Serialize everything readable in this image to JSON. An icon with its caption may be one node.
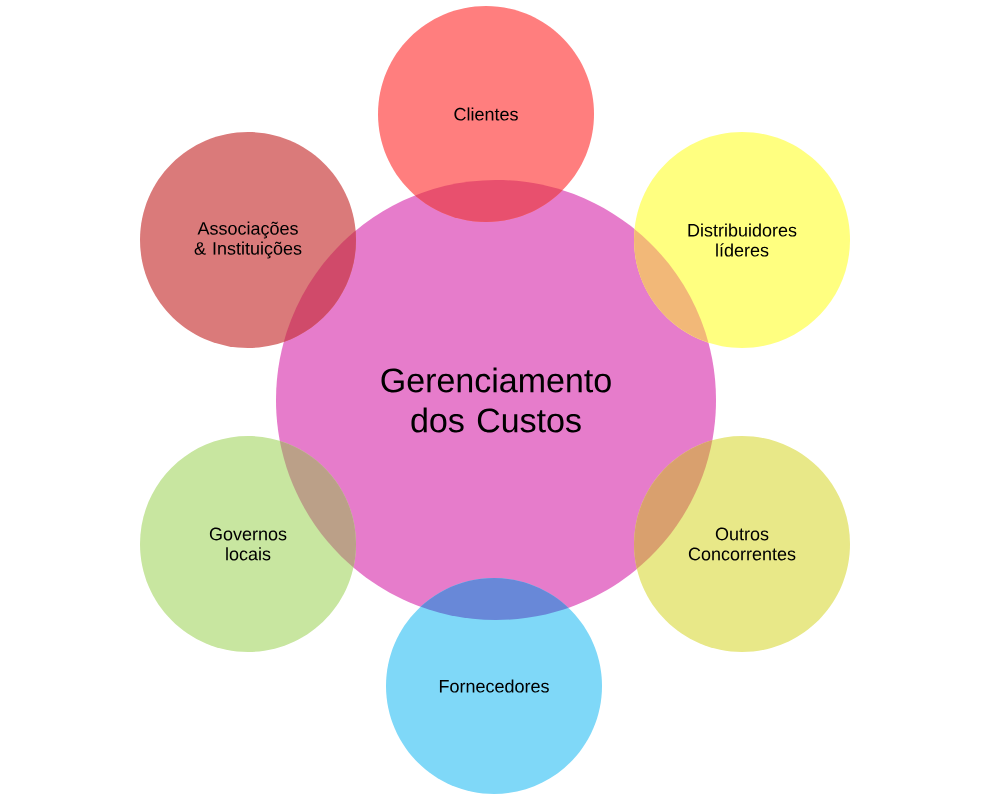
{
  "diagram": {
    "nodes": [
      {
        "text": [
          "Gerenciamento dos Custos"
        ]
      },
      {
        "text": [
          "Clientes"
        ]
      },
      {
        "text": [
          "Distribuidores líderes"
        ]
      },
      {
        "text": [
          "Outros Concorrentes"
        ]
      },
      {
        "text": [
          "Fornecedores"
        ]
      },
      {
        "text": [
          "Governos locais"
        ]
      },
      {
        "text": [
          "Associações & Instituições"
        ]
      }
    ]
  }
}
